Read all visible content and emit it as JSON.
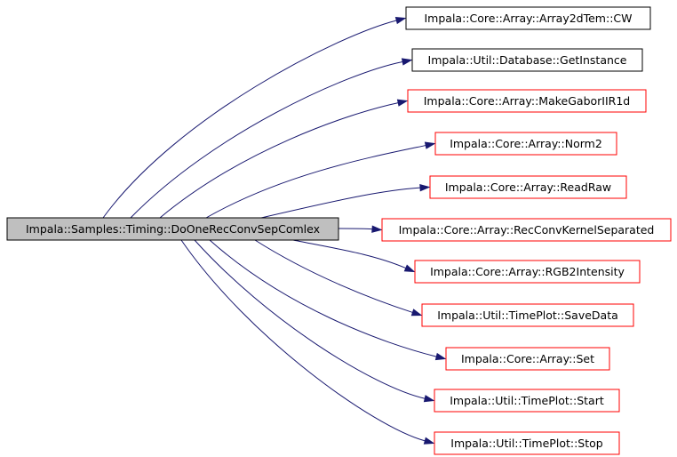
{
  "diagram": {
    "source_node": {
      "label": "Impala::Samples::Timing::DoOneRecConvSepComlex",
      "fill": "#bfbfbf",
      "border": "#000000"
    },
    "edge_color": "#191970",
    "target_nodes": [
      {
        "label": "Impala::Core::Array::Array2dTem::CW",
        "border": "#000000",
        "link": false
      },
      {
        "label": "Impala::Util::Database::GetInstance",
        "border": "#000000",
        "link": false
      },
      {
        "label": "Impala::Core::Array::MakeGaborIIR1d",
        "border": "#ff0000",
        "link": true
      },
      {
        "label": "Impala::Core::Array::Norm2",
        "border": "#ff0000",
        "link": true
      },
      {
        "label": "Impala::Core::Array::ReadRaw",
        "border": "#ff0000",
        "link": true
      },
      {
        "label": "Impala::Core::Array::RecConvKernelSeparated",
        "border": "#ff0000",
        "link": true
      },
      {
        "label": "Impala::Core::Array::RGB2Intensity",
        "border": "#ff0000",
        "link": true
      },
      {
        "label": "Impala::Util::TimePlot::SaveData",
        "border": "#ff0000",
        "link": true
      },
      {
        "label": "Impala::Core::Array::Set",
        "border": "#ff0000",
        "link": true
      },
      {
        "label": "Impala::Util::TimePlot::Start",
        "border": "#ff0000",
        "link": true
      },
      {
        "label": "Impala::Util::TimePlot::Stop",
        "border": "#ff0000",
        "link": true
      }
    ]
  }
}
